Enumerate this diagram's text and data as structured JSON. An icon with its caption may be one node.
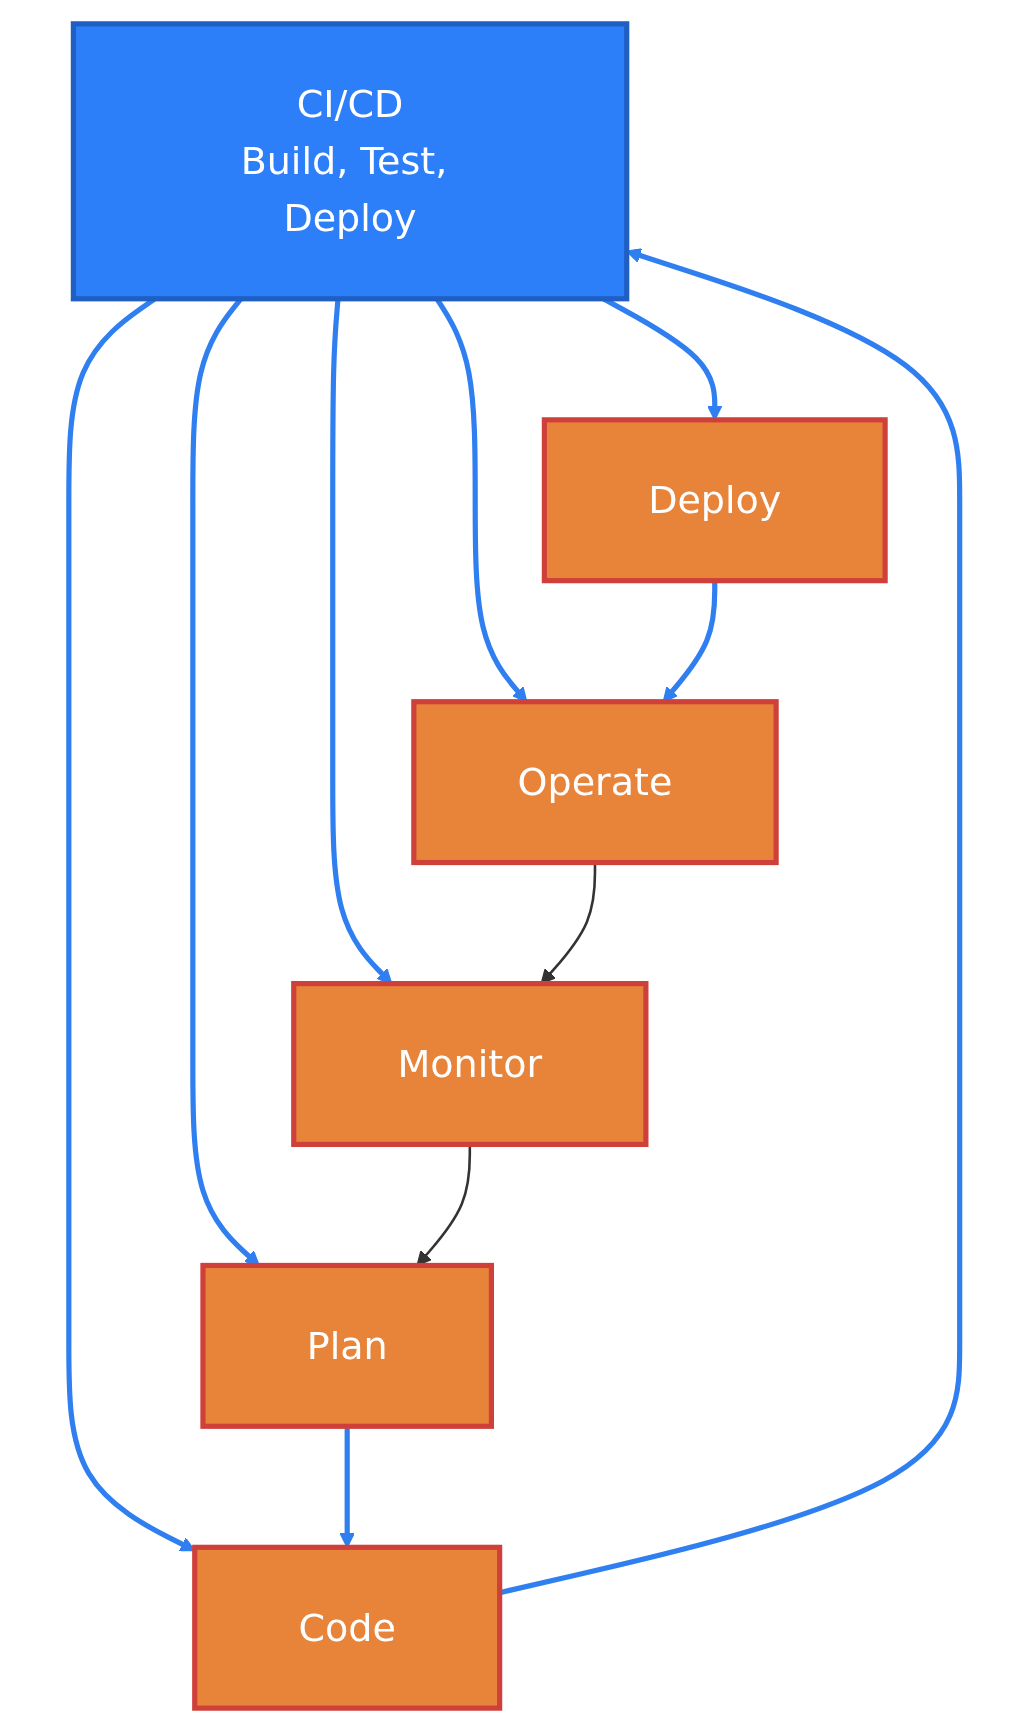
{
  "diagram": {
    "nodes": [
      {
        "text": [
          "CI/CD",
          "Build, Test, Deploy"
        ]
      },
      {
        "text": [
          "Deploy"
        ]
      },
      {
        "text": [
          "Operate"
        ]
      },
      {
        "text": [
          "Monitor"
        ]
      },
      {
        "text": [
          "Plan"
        ]
      },
      {
        "text": [
          "Code"
        ]
      }
    ],
    "edges": [
      {
        "from": 0,
        "to": 5,
        "arrow": "to"
      },
      {
        "from": 0,
        "to": 4,
        "arrow": "to"
      },
      {
        "from": 0,
        "to": 3,
        "arrow": "to"
      },
      {
        "from": 0,
        "to": 2,
        "arrow": "to"
      },
      {
        "from": 0,
        "to": 1,
        "arrow": "to"
      },
      {
        "from": 1,
        "to": 2,
        "arrow": "to"
      },
      {
        "from": 2,
        "to": 3,
        "arrow": "to",
        "color": "#333333"
      },
      {
        "from": 3,
        "to": 4,
        "arrow": "to",
        "color": "#333333"
      },
      {
        "from": 4,
        "to": 5,
        "arrow": "to"
      },
      {
        "from": 5,
        "to": 0,
        "arrow": "to"
      }
    ]
  }
}
